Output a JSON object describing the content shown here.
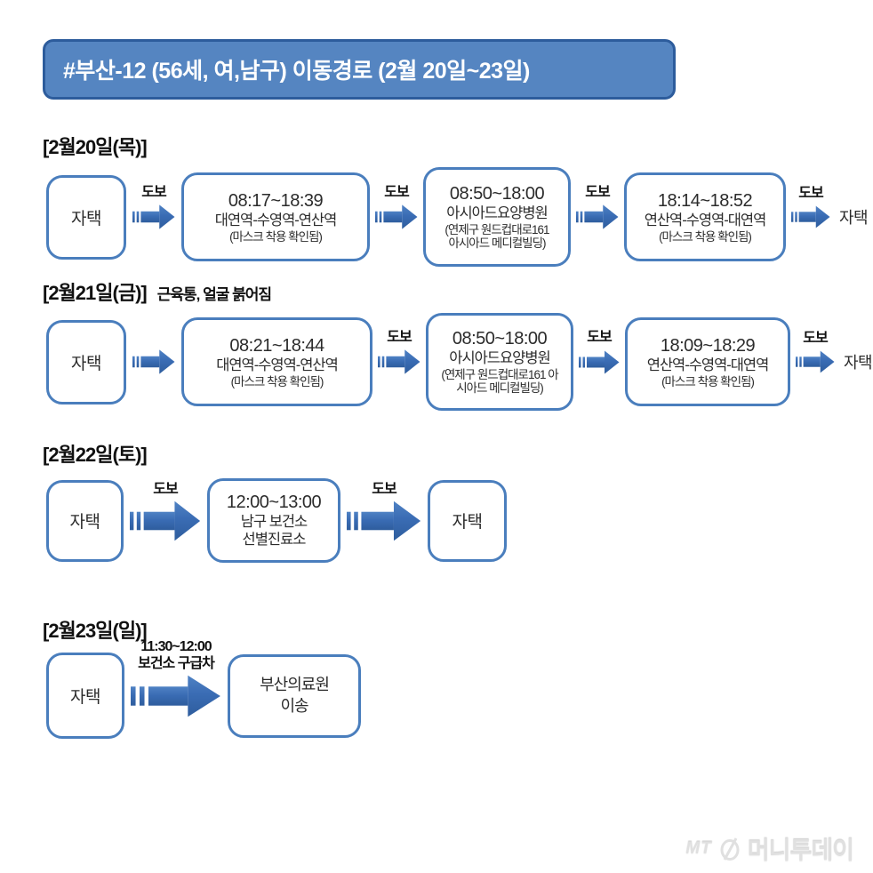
{
  "title": "#부산-12 (56세, 여,남구) 이동경로 (2월 20일~23일)",
  "colors": {
    "banner_fill": "#5585c1",
    "banner_border": "#2d5c9c",
    "box_border": "#4a7ebd",
    "arrow_fill": "#3a6cb4",
    "text": "#2b2b2b"
  },
  "days": [
    {
      "label": "[2월20일(목)]",
      "note": "",
      "start": "자택",
      "arrows": [
        "도보",
        "도보",
        "도보",
        "도보"
      ],
      "stops": [
        {
          "time": "08:17~18:39",
          "name": "대연역-수영역-연산역",
          "note": "(마스크 착용 확인됨)"
        },
        {
          "time": "08:50~18:00",
          "name": "아시아드요양병원",
          "note": "(연제구 원드컵대로161\n아시아드 메디컬빌딩)"
        },
        {
          "time": "18:14~18:52",
          "name": "연산역-수영역-대연역",
          "note": "(마스크 착용 확인됨)"
        }
      ],
      "end": "자택"
    },
    {
      "label": "[2월21일(금)]",
      "note": "근육통, 얼굴 붉어짐",
      "start": "자택",
      "arrows": [
        "",
        "도보",
        "도보",
        "도보"
      ],
      "stops": [
        {
          "time": "08:21~18:44",
          "name": "대연역-수영역-연산역",
          "note": "(마스크 착용 확인됨)"
        },
        {
          "time": "08:50~18:00",
          "name": "아시아드요양병원",
          "note": "(연제구 원드컵대로161 아\n시아드 메디컬빌딩)"
        },
        {
          "time": "18:09~18:29",
          "name": "연산역-수영역-대연역",
          "note": "(마스크 착용 확인됨)"
        }
      ],
      "end": "자택"
    },
    {
      "label": "[2월22일(토)]",
      "note": "",
      "start": "자택",
      "arrows": [
        "도보",
        "도보"
      ],
      "stops": [
        {
          "time": "12:00~13:00",
          "name": "남구 보건소\n선별진료소",
          "note": ""
        }
      ],
      "end": "자택"
    },
    {
      "label": "[2월23일(일)]",
      "note": "",
      "start": "자택",
      "arrows": [
        "11:30~12:00\n보건소 구급차"
      ],
      "stops": [
        {
          "name": "부산의료원\n이송"
        }
      ],
      "end": ""
    }
  ],
  "logo": {
    "prefix": "MT",
    "name": "머니투데이"
  }
}
